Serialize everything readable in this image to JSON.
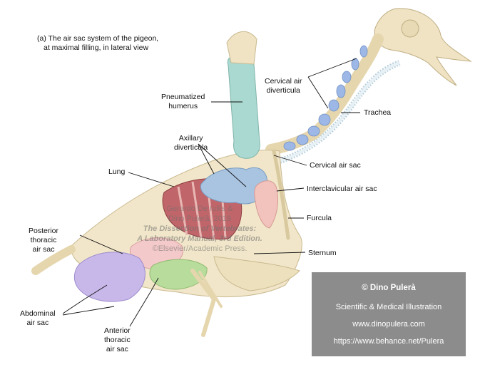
{
  "figure": {
    "caption_line1": "(a) The air sac system of the pigeon,",
    "caption_line2": "at maximal filling, in lateral view"
  },
  "labels": {
    "pneumatized_humerus": [
      "Pneumatized",
      "humerus"
    ],
    "axillary_diverticula": [
      "Axillary",
      "diverticula"
    ],
    "lung": "Lung",
    "posterior_thoracic_air_sac": [
      "Posterior",
      "thoracic",
      "air sac"
    ],
    "abdominal_air_sac": [
      "Abdominal",
      "air sac"
    ],
    "anterior_thoracic_air_sac": [
      "Anterior",
      "thoracic",
      "air sac"
    ],
    "cervical_air_diverticula": [
      "Cervical air",
      "diverticula"
    ],
    "trachea": "Trachea",
    "cervical_air_sac": "Cervical air sac",
    "interclavicular_air_sac": "Interclavicular air sac",
    "furcula": "Furcula",
    "sternum": "Sternum"
  },
  "watermark": {
    "author": "Gerardo De Iuliis &",
    "coauthor": "Dino Pulerà, 2019",
    "title1": "The Dissection of Vertebrates:",
    "title2": "A Laboratory Manual, 3rd Edition.",
    "publisher": "©Elsevier/Academic Press."
  },
  "credit": {
    "owner": "© Dino Pulerà",
    "role": "Scientific & Medical Illustration",
    "site": "www.dinopulera.com",
    "behance": "https://www.behance.net/Pulera"
  },
  "colors": {
    "bone": "#efe3c4",
    "bone_edge": "#c9b98f",
    "humerus_pneumatized": "#a9d9d0",
    "axillary_diverticula": "#a8c4e0",
    "lung": "#c0666a",
    "posterior_thoracic_air_sac": "#f4c9c9",
    "abdominal_air_sac": "#c8b8ea",
    "anterior_thoracic_air_sac": "#b8dc9c",
    "cervical_air_sac": "#9db8e6",
    "interclavicular_air_sac": "#f2c2bd",
    "trachea": "#cfe0ea",
    "credit_box": "#808080"
  }
}
